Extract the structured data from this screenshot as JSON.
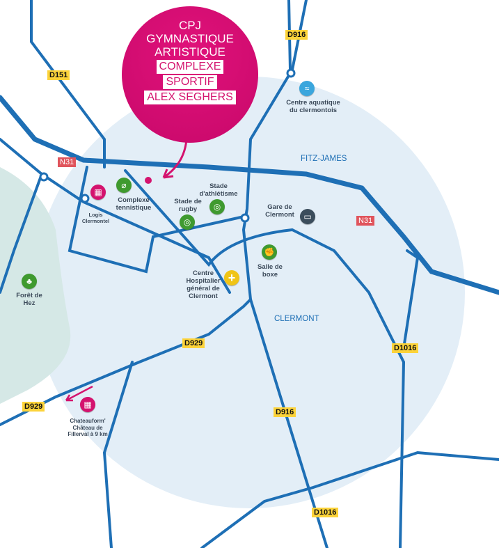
{
  "bubble": {
    "title_lines": [
      "CPJ",
      "GYMNASTIQUE",
      "ARTISTIQUE"
    ],
    "subtitle_lines": [
      "COMPLEXE",
      "SPORTIF",
      "ALEX SEGHERS"
    ]
  },
  "areas": {
    "fitz_james": "FITZ-JAMES",
    "clermont": "CLERMONT"
  },
  "roads": {
    "d916_top": "D916",
    "d151": "D151",
    "n31_left": "N31",
    "n31_right": "N31",
    "d929_mid": "D929",
    "d929_left": "D929",
    "d916_bottom": "D916",
    "d1016_right": "D1016",
    "d1016_bottom": "D1016"
  },
  "pois": {
    "aquatique": {
      "label": "Centre aquatique du clermontois",
      "icon": "swimmer-icon"
    },
    "logis": {
      "label": "Logis Clermontel",
      "icon": "hotel-icon"
    },
    "tennis": {
      "label": "Complexe tennistique",
      "icon": "tennis-icon"
    },
    "athletisme": {
      "label": "Stade d'athlétisme",
      "icon": "stadium-icon"
    },
    "rugby": {
      "label": "Stade de rugby",
      "icon": "stadium-icon"
    },
    "gare": {
      "label": "Gare de Clermont",
      "icon": "train-icon"
    },
    "boxe": {
      "label": "Salle de boxe",
      "icon": "boxing-glove-icon"
    },
    "hopital": {
      "label": "Centre Hospitalier général de Clermont",
      "icon": "plus-icon"
    },
    "foret": {
      "label": "Forêt de Hez",
      "icon": "tree-icon"
    },
    "chateau": {
      "label": "Chateauform' Château de Fillerval à 9 km",
      "icon": "hotel-icon"
    }
  },
  "colors": {
    "road": "#1e6fb5",
    "accent": "#d4136e",
    "zone": "#e3eef7"
  }
}
